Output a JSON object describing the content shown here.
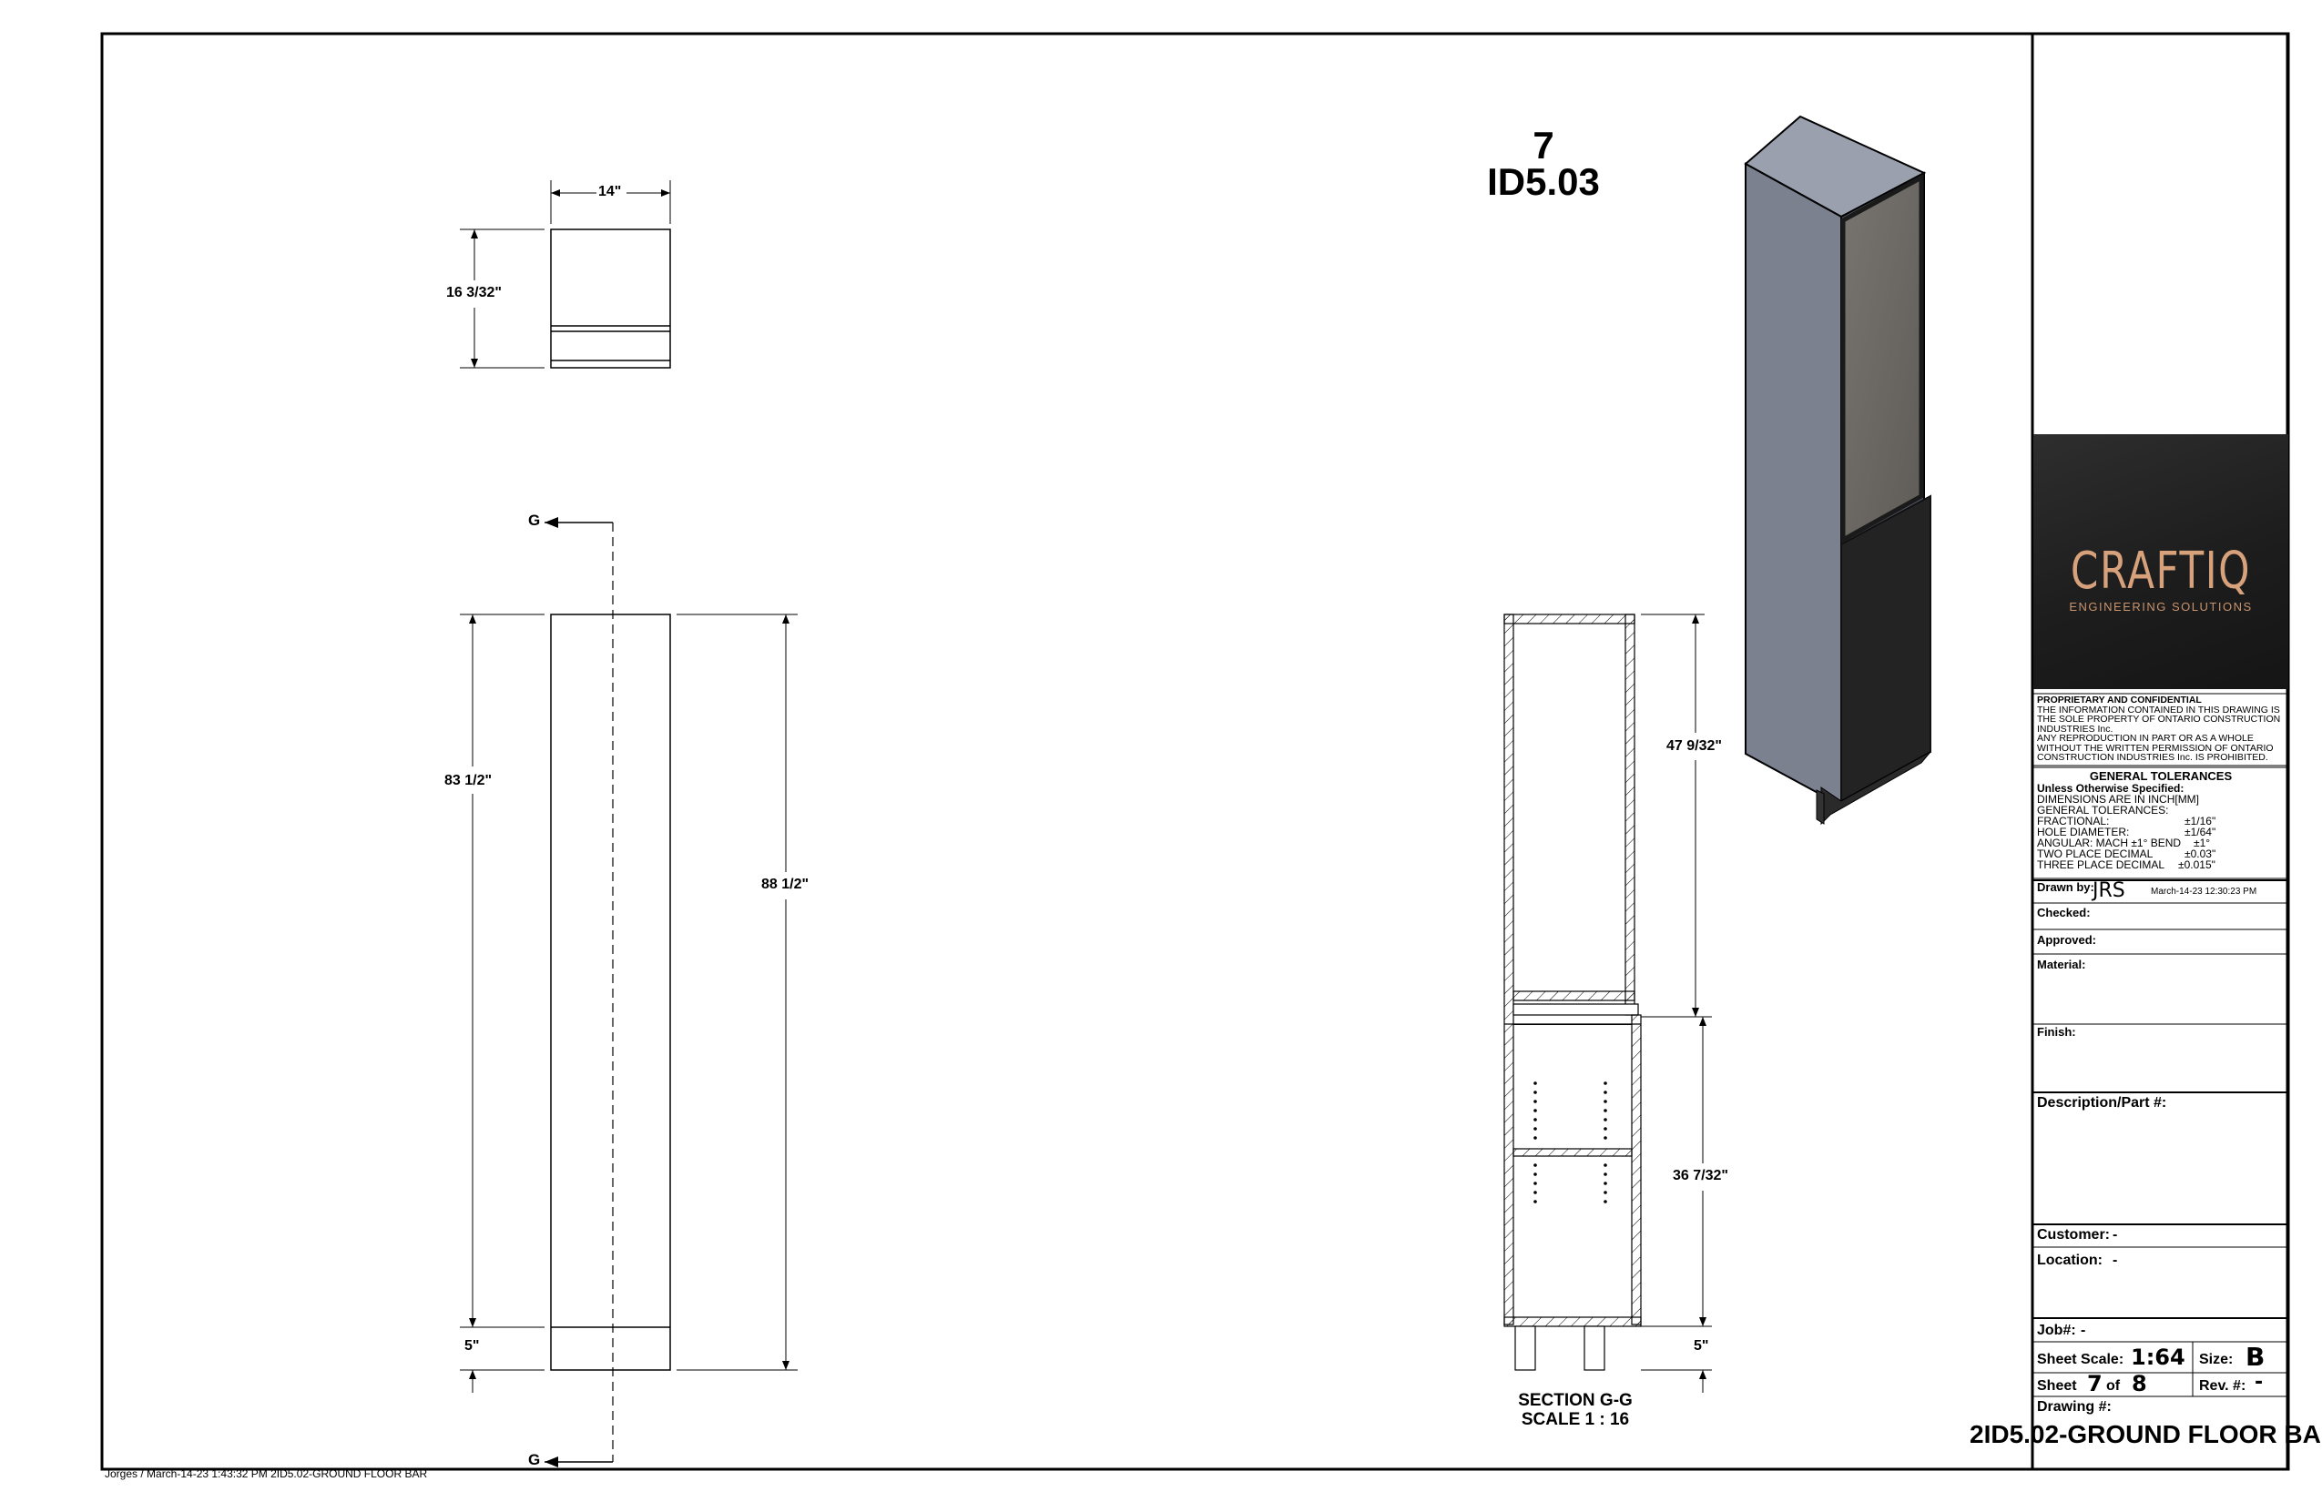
{
  "view": {
    "number": "7",
    "reference": "ID5.03"
  },
  "dimensions": {
    "top_width": "14\"",
    "top_depth": "16 3/32\"",
    "front_height_body": "83 1/2\"",
    "front_overall_height": "88 1/2\"",
    "front_toe_kick": "5\"",
    "section_upper": "47 9/32\"",
    "section_lower": "36 7/32\"",
    "section_toe_kick": "5\""
  },
  "section": {
    "marker_top": "G",
    "marker_bottom": "G",
    "title": "SECTION G-G",
    "scale": "SCALE 1 : 16"
  },
  "footer_note": "Jorges / March-14-23 1:43:32 PM  2ID5.02-GROUND FLOOR BAR",
  "title_block": {
    "logo": {
      "name": "CRAFTIQ",
      "tagline": "ENGINEERING SOLUTIONS"
    },
    "proprietary": {
      "heading": "PROPRIETARY AND CONFIDENTIAL",
      "lines": [
        "THE INFORMATION CONTAINED IN THIS DRAWING IS",
        "THE SOLE PROPERTY OF ONTARIO CONSTRUCTION",
        "INDUSTRIES Inc.",
        "ANY REPRODUCTION IN PART OR AS A WHOLE",
        "WITHOUT THE WRITTEN PERMISSION OF ONTARIO",
        "CONSTRUCTION INDUSTRIES Inc. IS PROHIBITED."
      ]
    },
    "tolerances": {
      "heading": "GENERAL TOLERANCES",
      "subheading": "Unless Otherwise Specified:",
      "lines": [
        "DIMENSIONS ARE IN INCH[MM]",
        "GENERAL TOLERANCES:"
      ],
      "rows": [
        {
          "label": "FRACTIONAL:",
          "value": "±1/16\""
        },
        {
          "label": "HOLE DIAMETER:",
          "value": "±1/64\""
        },
        {
          "label": "ANGULAR: MACH ±1°  BEND",
          "value": "±1°"
        },
        {
          "label": "TWO PLACE DECIMAL",
          "value": "±0.03\""
        },
        {
          "label": "THREE PLACE DECIMAL",
          "value": "±0.015\""
        }
      ]
    },
    "drawn_by_label": "Drawn by:",
    "drawn_by": "JRS",
    "drawn_date": "March-14-23 12:30:23 PM",
    "checked_label": "Checked:",
    "approved_label": "Approved:",
    "material_label": "Material:",
    "finish_label": "Finish:",
    "description_label": "Description/Part #:",
    "customer_label": "Customer:",
    "customer": "-",
    "location_label": "Location:",
    "location": "-",
    "job_label": "Job#:",
    "job": "-",
    "sheet_scale_label": "Sheet Scale:",
    "sheet_scale": "1:64",
    "size_label": "Size:",
    "size": "B",
    "sheet_label": "Sheet",
    "sheet_no": "7",
    "of_label": "of",
    "sheet_total": "8",
    "rev_label": "Rev. #:",
    "rev": "-",
    "drawing_label": "Drawing #:",
    "drawing_number": "2ID5.02-GROUND FLOOR BA"
  },
  "colors": {
    "line": "#000000",
    "cabinet_side": "#7c8190",
    "cabinet_top": "#9aa0ae",
    "glass_door": "#6b6864",
    "lower_door": "#222222",
    "logo_bg": "#1f1f1f",
    "logo_copper": "#d7a27b"
  }
}
